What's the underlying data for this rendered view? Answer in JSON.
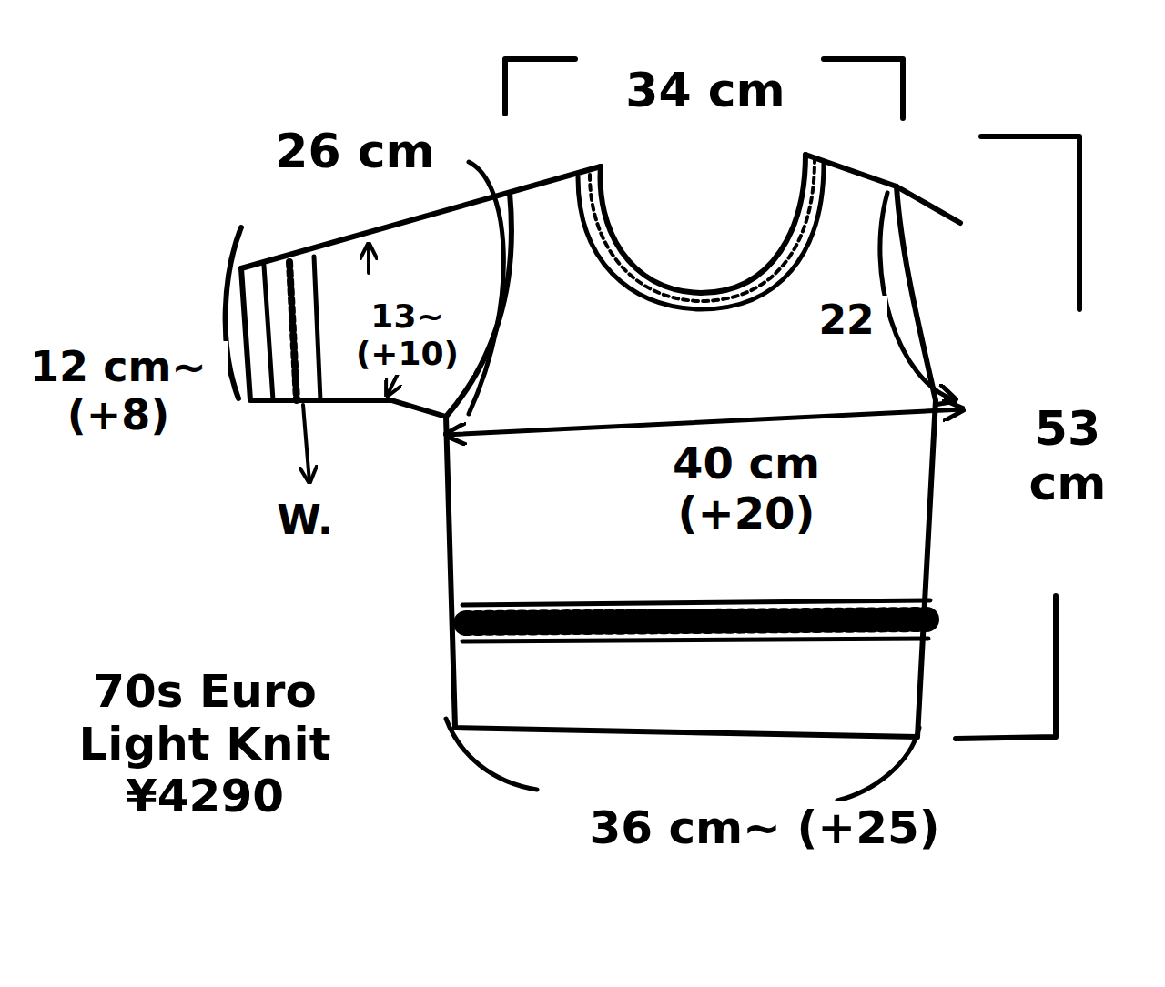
{
  "diagram": {
    "labels": [
      "34 cm",
      "26 cm",
      "12 cm~ (+8)",
      "13~ (+10)",
      "W.",
      "22",
      "40 cm (+20)",
      "53 cm",
      "36 cm~ (+25)",
      "70s Euro Light Knit ¥4290"
    ]
  }
}
